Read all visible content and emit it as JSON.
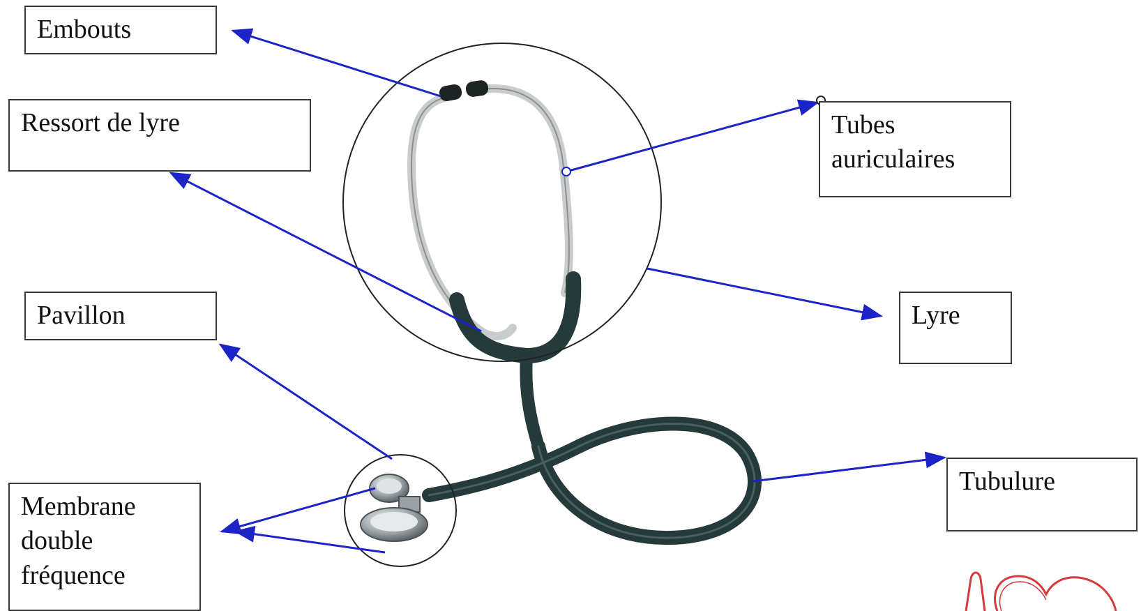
{
  "labels": {
    "embouts": "Embouts",
    "ressort": "Ressort de lyre",
    "tubes_line1": "Tubes",
    "tubes_line2": "auriculaires",
    "lyre": "Lyre",
    "pavillon": "Pavillon",
    "membrane_line1": "Membrane",
    "membrane_line2": "double",
    "membrane_line3": "fréquence",
    "tubulure": "Tubulure"
  },
  "colors": {
    "arrow": "#1c24c8",
    "tubing": "#253a3a",
    "tube_highlight": "#5f7a78",
    "ear_tube": "#c9cccc",
    "chest_piece": "#9aa0a3",
    "logo": "#d43b3b",
    "label_border": "#3a3a3a"
  }
}
